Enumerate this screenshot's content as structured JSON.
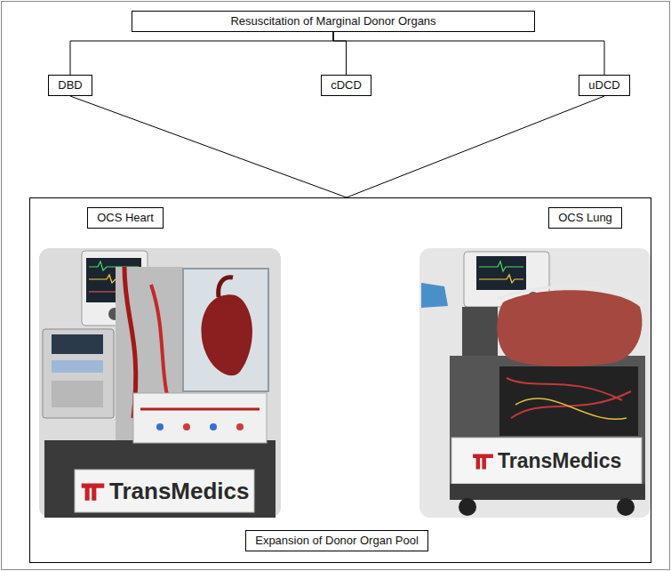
{
  "diagram": {
    "nodes": [
      {
        "text": [
          "Resuscitation of Marginal Donor Organs"
        ]
      },
      {
        "text": [
          "DBD"
        ]
      },
      {
        "text": [
          "cDCD"
        ]
      },
      {
        "text": [
          "uDCD"
        ]
      },
      {
        "text": []
      },
      {
        "text": [
          "OCS Heart"
        ],
        "in": 4
      },
      {
        "text": [
          "OCS Lung"
        ],
        "in": 4
      },
      {
        "text": [
          "Expansion of Donor Organ Pool"
        ],
        "in": 4
      }
    ],
    "edges": [
      {
        "from": 0,
        "to": 1,
        "arrow": "none"
      },
      {
        "from": 0,
        "to": 2,
        "arrow": "none"
      },
      {
        "from": 0,
        "to": 3,
        "arrow": "none"
      },
      {
        "from": 1,
        "to": 4,
        "arrow": "none"
      },
      {
        "from": 3,
        "to": 4,
        "arrow": "none"
      }
    ],
    "labels": [
      "TransMedics",
      "TransMedics"
    ]
  }
}
